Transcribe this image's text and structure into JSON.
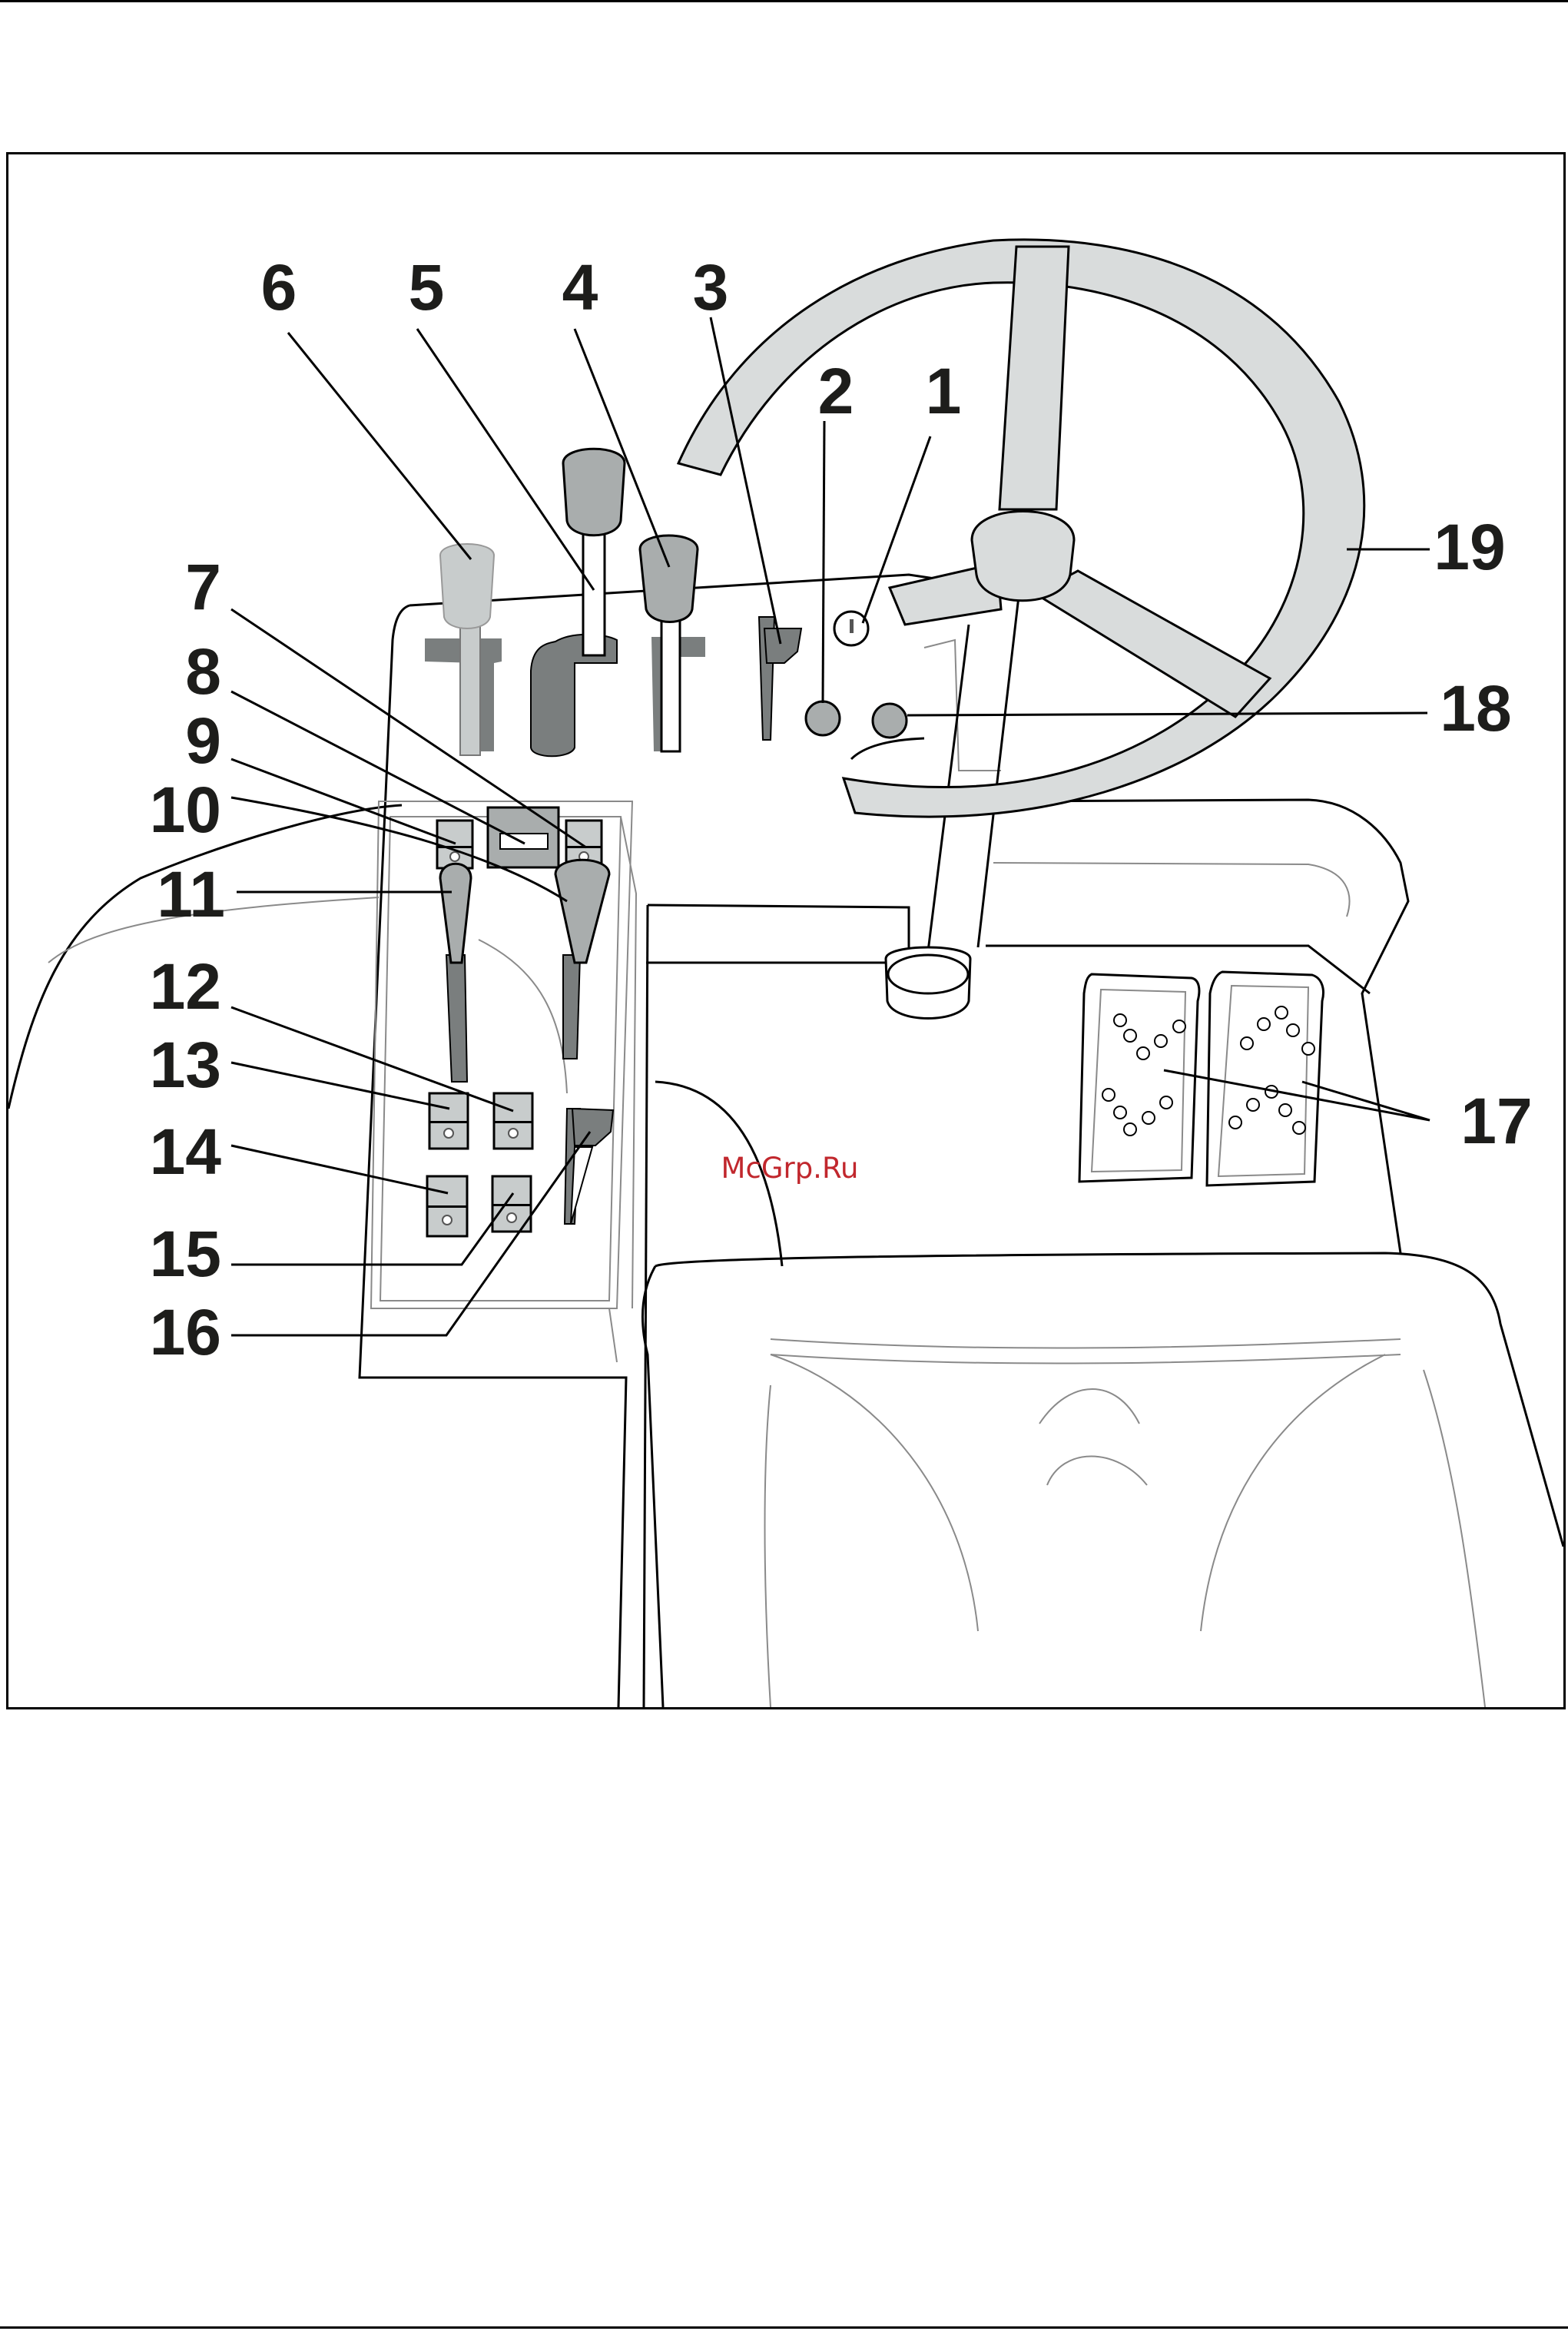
{
  "watermark": "McGrp.Ru",
  "colors": {
    "wheel": "#d9dcdc",
    "knob": "#a9adad",
    "knob_light": "#c8cccc",
    "slot": "#7a7e7e",
    "ink": "#1d1d1b",
    "watermark": "#c1272d"
  },
  "labels": {
    "l1": "1",
    "l2": "2",
    "l3": "3",
    "l4": "4",
    "l5": "5",
    "l6": "6",
    "l7": "7",
    "l8": "8",
    "l9": "9",
    "l10": "10",
    "l11": "11",
    "l12": "12",
    "l13": "13",
    "l14": "14",
    "l15": "15",
    "l16": "16",
    "l17": "17",
    "l18": "18",
    "l19": "19"
  }
}
